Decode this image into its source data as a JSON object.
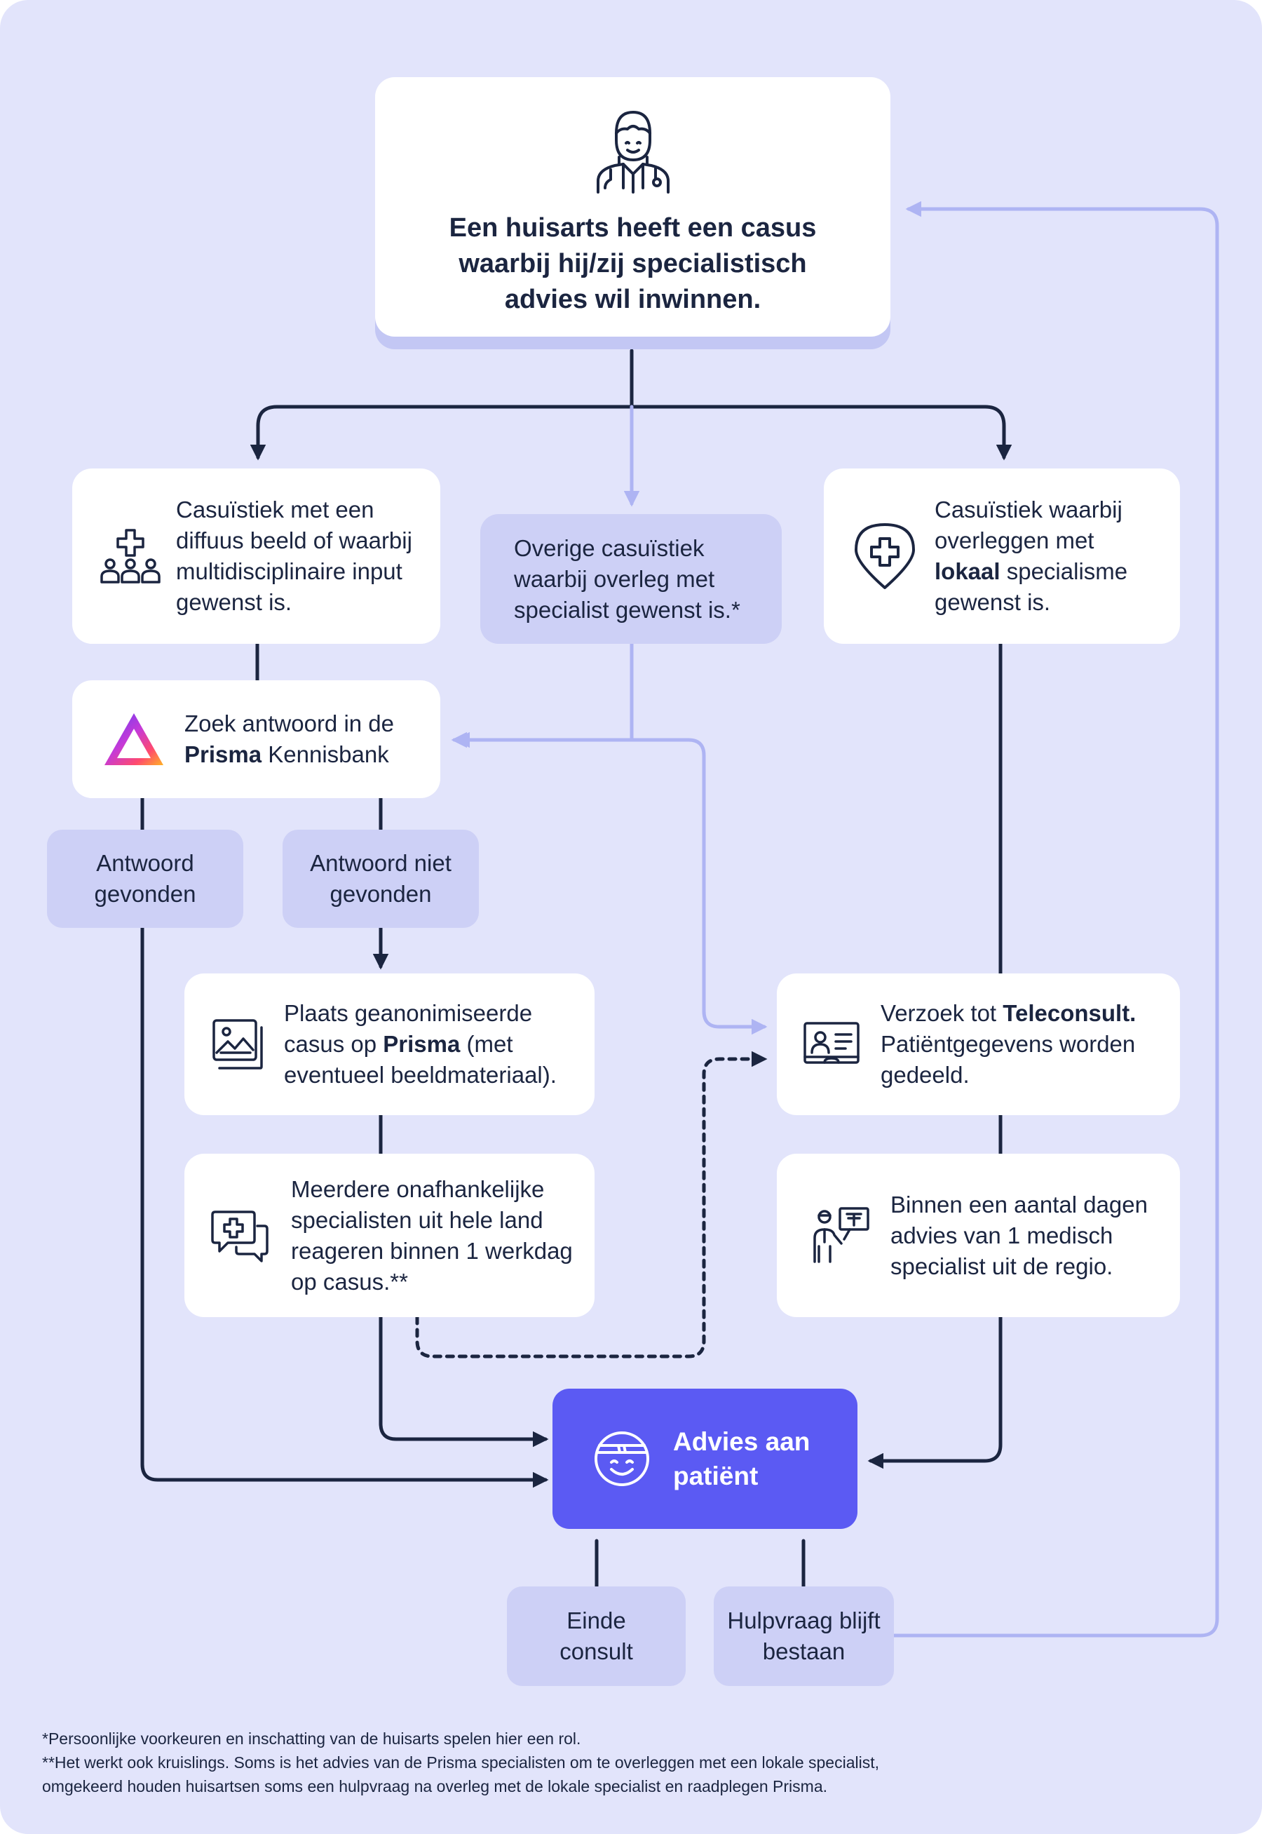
{
  "start": {
    "text": "Een huisarts heeft een casus waarbij hij/zij specialistisch advies wil inwinnen."
  },
  "branch_multidisciplinary": {
    "text": "Casuïstiek met een diffuus beeld of waarbij multidisciplinaire input gewenst is."
  },
  "branch_other": {
    "text": "Overige casuïstiek waarbij overleg met specialist gewenst is.*"
  },
  "branch_local": {
    "pre": "Casuïstiek waarbij overleggen met ",
    "bold": "lokaal",
    "post": " specialisme gewenst is."
  },
  "search_knowledgebase": {
    "pre": "Zoek antwoord in de ",
    "bold": "Prisma",
    "post": " Kennisbank"
  },
  "answer_found": {
    "text": "Antwoord gevonden"
  },
  "answer_not_found": {
    "text": "Antwoord niet gevonden"
  },
  "post_case": {
    "pre": "Plaats geanonimiseerde casus op ",
    "bold": "Prisma",
    "post": " (met eventueel beeldmateriaal)."
  },
  "specialists_respond": {
    "text": "Meerdere onafhankelijke specialisten uit hele land reageren binnen 1 werkdag op casus.**"
  },
  "teleconsult_request": {
    "pre": "Verzoek tot ",
    "bold": "Teleconsult.",
    "post": " Patiëntgegevens worden gedeeld."
  },
  "regional_advice": {
    "text": "Binnen een aantal dagen advies van 1 medisch specialist uit de regio."
  },
  "patient_advice": {
    "text": "Advies aan patiënt"
  },
  "end_consult": {
    "text": "Einde consult"
  },
  "question_remains": {
    "text": "Hulpvraag blijft bestaan"
  },
  "footnotes": {
    "line1": "*Persoonlijke voorkeuren en inschatting van de huisarts spelen hier een rol.",
    "line2": "**Het werkt ook kruislings. Soms is het advies van de Prisma specialisten om te overleggen met een lokale specialist,",
    "line3": "omgekeerd houden huisartsen soms een hulpvraag na overleg met de lokale specialist en raadplegen Prisma."
  },
  "icons": {
    "start": "doctor-icon",
    "multidisciplinary": "medical-team-icon",
    "local": "location-medical-icon",
    "knowledgebase": "prisma-logo",
    "post_case": "image-gallery-icon",
    "specialists": "chat-medical-icon",
    "teleconsult": "id-card-icon",
    "regional": "doctor-presentation-icon",
    "patient": "smiling-patient-icon"
  },
  "colors": {
    "background": "#e2e4fb",
    "card": "#ffffff",
    "lavender_card": "#cdd0f6",
    "accent": "#5b5af3",
    "dark_line": "#1b2540",
    "light_line": "#aeb4f3"
  }
}
